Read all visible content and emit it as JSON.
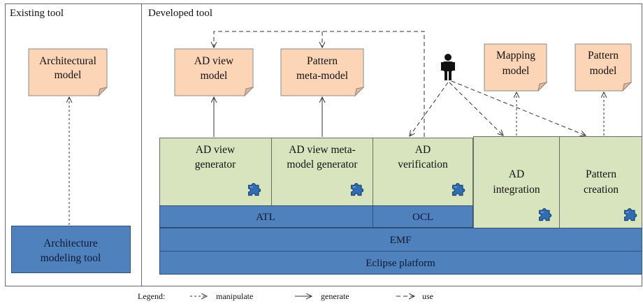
{
  "panels": {
    "existing": "Existing tool",
    "developed": "Developed tool"
  },
  "existing_tool": {
    "model_line1": "Architectural",
    "model_line2": "model",
    "tool_line1": "Architecture",
    "tool_line2": "modeling tool"
  },
  "models": {
    "ad_view_line1": "AD view",
    "ad_view_line2": "model",
    "pattern_meta_line1": "Pattern",
    "pattern_meta_line2": "meta-model",
    "mapping_line1": "Mapping",
    "mapping_line2": "model",
    "pattern_line1": "Pattern",
    "pattern_line2": "model"
  },
  "components": {
    "ad_view_gen_line1": "AD view",
    "ad_view_gen_line2": "generator",
    "ad_meta_gen_line1": "AD view meta-",
    "ad_meta_gen_line2": "model generator",
    "ad_verif_line1": "AD",
    "ad_verif_line2": "verification",
    "ad_integ_line1": "AD",
    "ad_integ_line2": "integration",
    "pattern_creation_line1": "Pattern",
    "pattern_creation_line2": "creation"
  },
  "layers": {
    "atl": "ATL",
    "ocl": "OCL",
    "emf": "EMF",
    "eclipse": "Eclipse platform"
  },
  "legend": {
    "title": "Legend:",
    "manipulate": "manipulate",
    "generate": "generate",
    "use": "use"
  },
  "colors": {
    "model_fill": "#fbd5b5",
    "component_fill": "#d7e4bd",
    "layer_fill": "#4f81bd"
  },
  "icons": {
    "user": "person-icon",
    "plugin": "puzzle-piece-icon"
  }
}
